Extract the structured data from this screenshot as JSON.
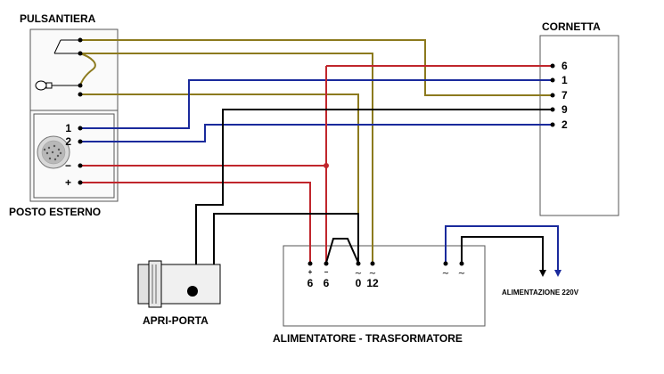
{
  "labels": {
    "pulsantiera": "PULSANTIERA",
    "posto_esterno": "POSTO ESTERNO",
    "cornetta": "CORNETTA",
    "apri_porta": "APRI-PORTA",
    "alimentatore": "ALIMENTATORE - TRASFORMATORE",
    "alimentazione": "ALIMENTAZIONE 220V"
  },
  "posto_esterno_terminals": [
    "1",
    "2",
    "−",
    "+"
  ],
  "cornetta_terminals": [
    "6",
    "1",
    "7",
    "9",
    "2"
  ],
  "alimentatore_terminals": {
    "t6p_sign": "+",
    "t6p": "6",
    "t6m_sign": "−",
    "t6m": "6",
    "t0": "0",
    "t12": "12",
    "tilde": "~"
  },
  "colors": {
    "olive": "#8c7a1e",
    "red": "#c0262c",
    "blue": "#1a2a9c",
    "black": "#000000",
    "box_border": "#555555",
    "panel_fill": "#f2f2f2"
  }
}
